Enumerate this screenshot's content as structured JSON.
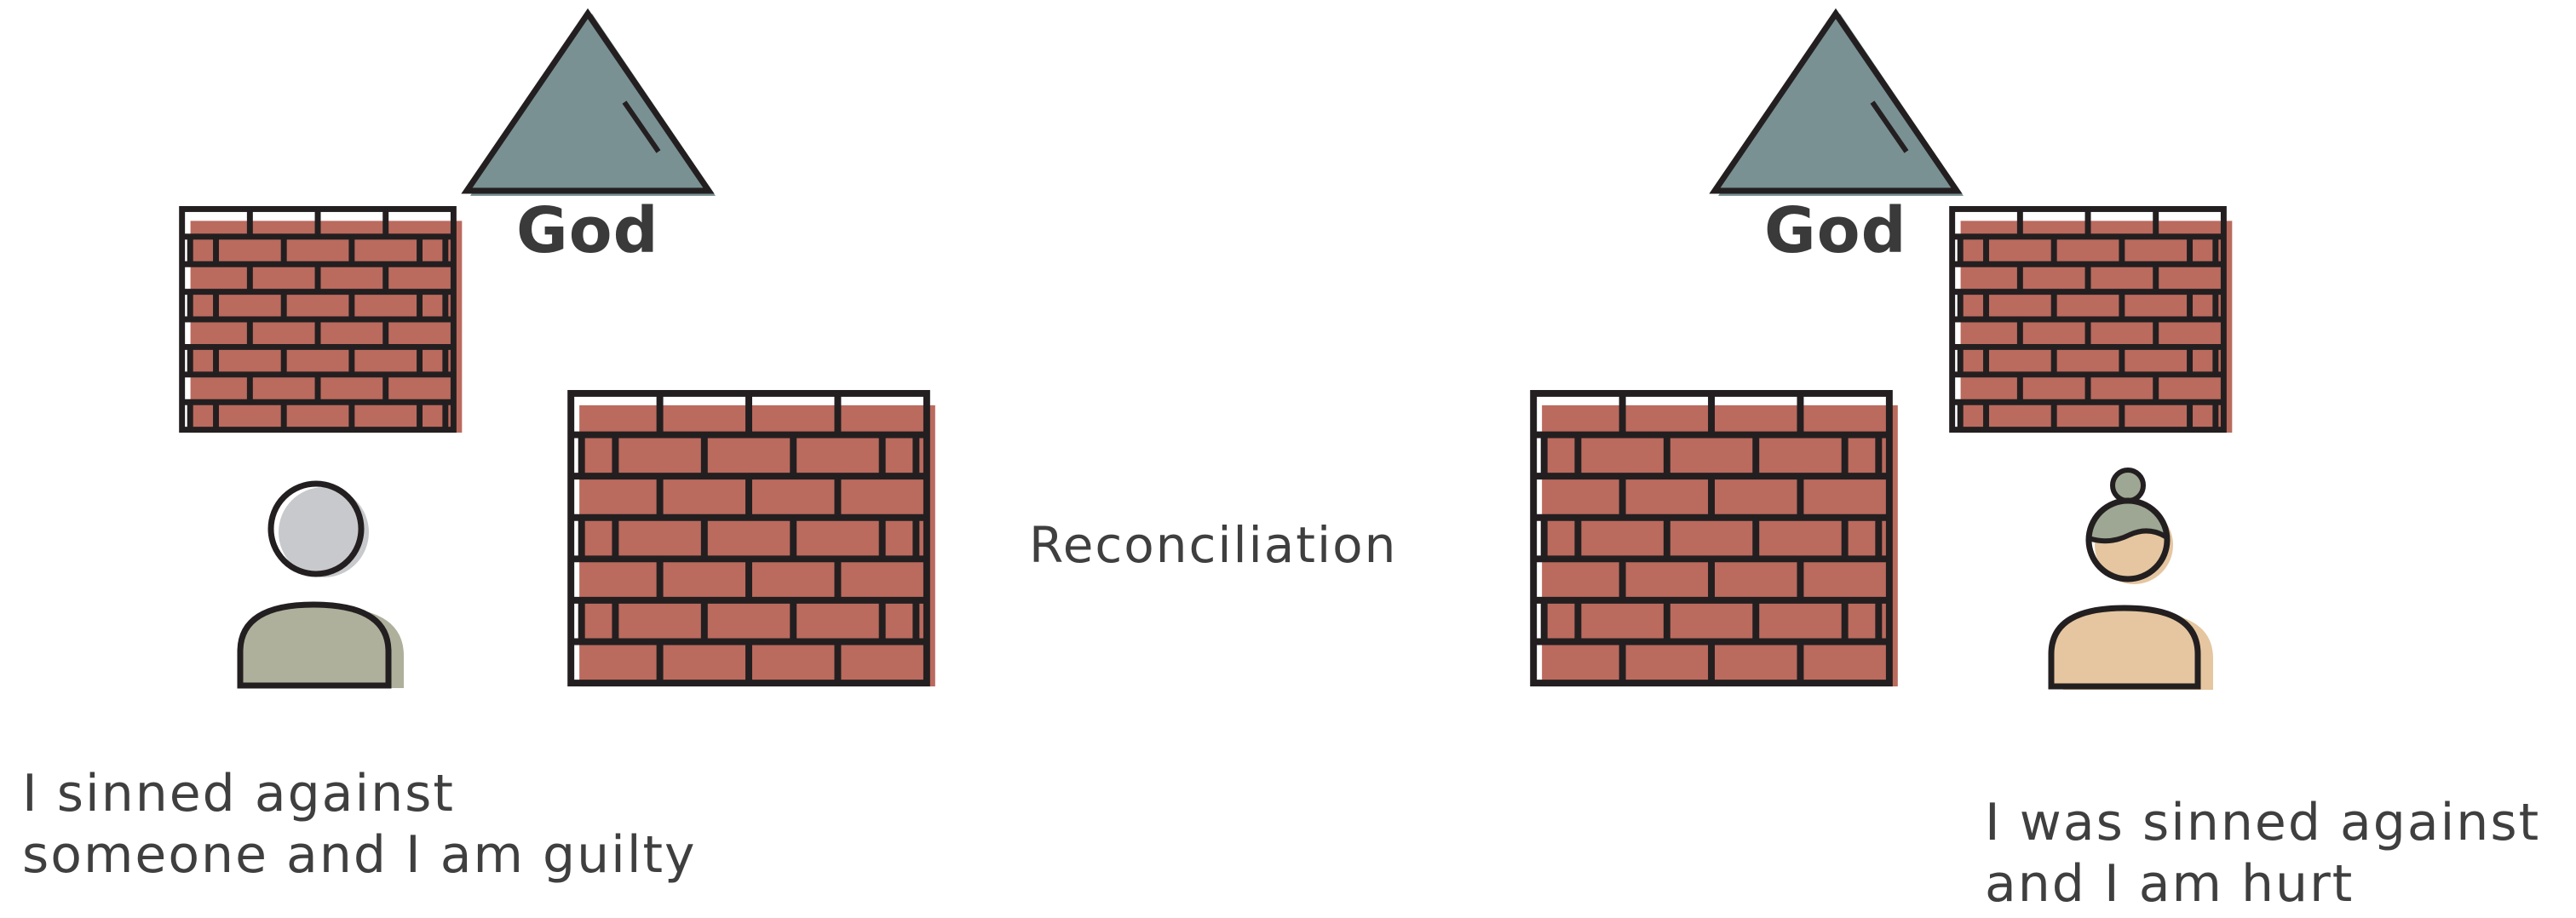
{
  "left": {
    "god_label": "God",
    "caption_line1": "I sinned against",
    "caption_line2": "someone and I am guilty"
  },
  "center": {
    "label": "Reconciliation"
  },
  "right": {
    "god_label": "God",
    "caption_line1": "I was sinned against",
    "caption_line2": "and I am hurt"
  },
  "colors": {
    "triangle": "#7a9193",
    "brick": "#bb6a5e",
    "outline": "#231f20",
    "person_left_head": "#c8c9cc",
    "person_left_body": "#aeb09c",
    "person_right_head": "#e5c6a0",
    "person_right_body": "#e5c6a0",
    "person_right_hair": "#9ea793"
  }
}
